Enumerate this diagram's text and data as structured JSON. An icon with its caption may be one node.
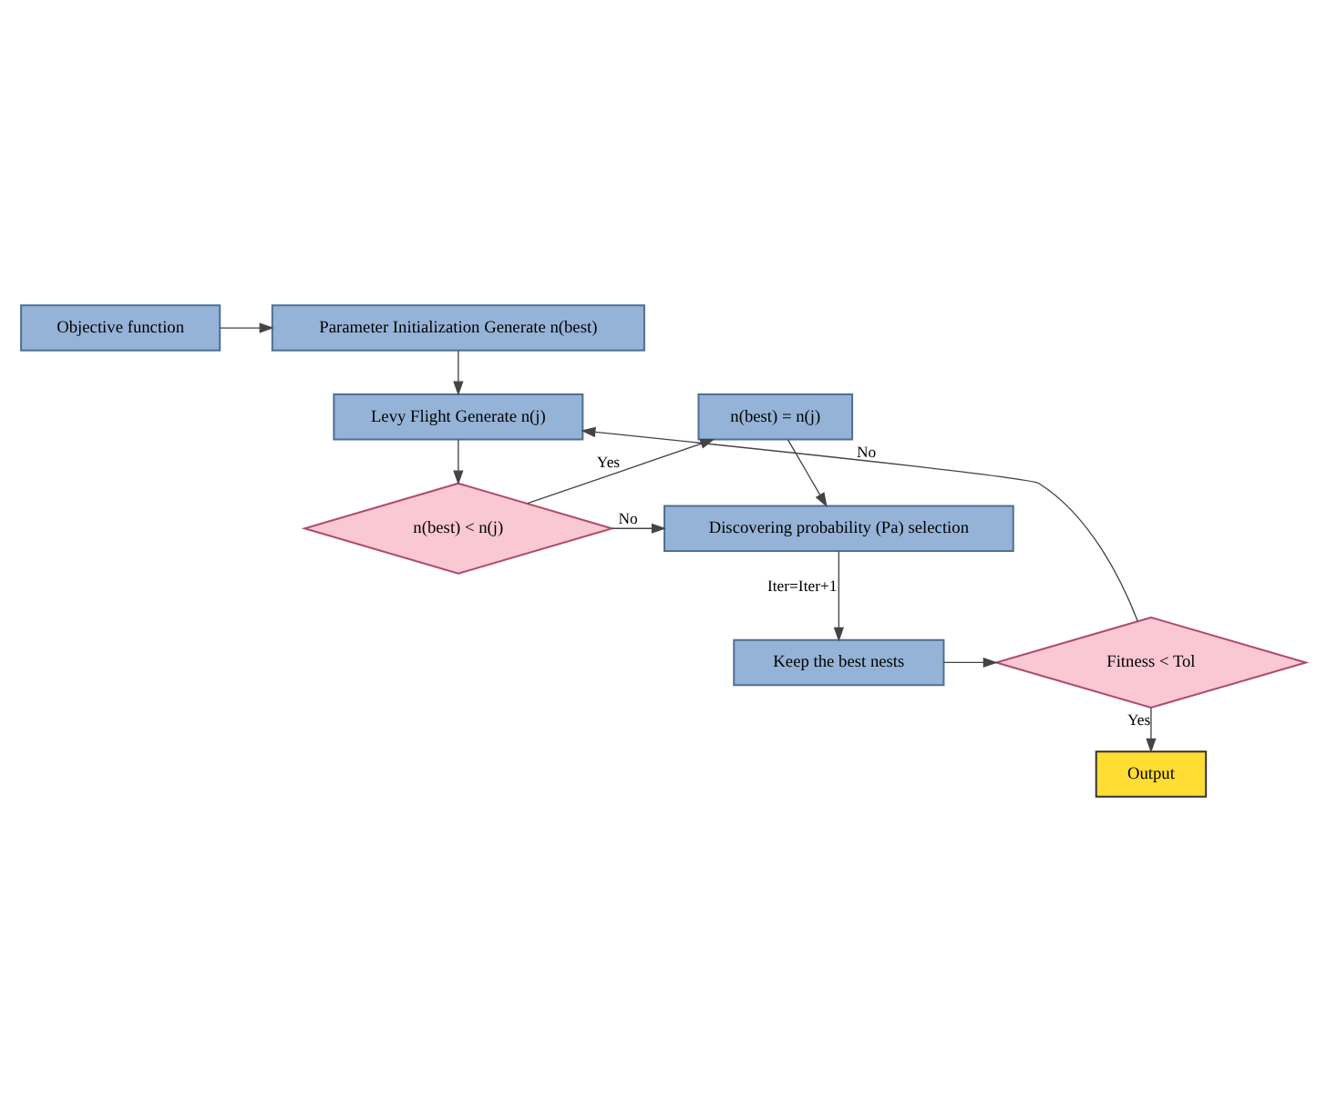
{
  "diagram": {
    "nodes": [
      {
        "text": [
          "Objective function"
        ]
      },
      {
        "text": [
          "Parameter Initialization Generate n(best)"
        ]
      },
      {
        "text": [
          "Levy Flight Generate n(j)"
        ]
      },
      {
        "text": [
          "n(best) = n(j)"
        ]
      },
      {
        "text": [
          "n(best) < n(j)"
        ]
      },
      {
        "text": [
          "Discovering probability (Pa) selection"
        ]
      },
      {
        "text": [
          "Keep the best nests"
        ]
      },
      {
        "text": [
          "Fitness < Tol"
        ]
      },
      {
        "text": [
          "Output"
        ]
      }
    ],
    "edges": [
      {
        "from": 0,
        "to": 1,
        "arrow": "to"
      },
      {
        "from": 1,
        "to": 2,
        "arrow": "to"
      },
      {
        "from": 2,
        "to": 4,
        "arrow": "to"
      },
      {
        "from": 4,
        "to": 3,
        "arrow": "to",
        "label": "Yes"
      },
      {
        "from": 4,
        "to": 5,
        "arrow": "to",
        "label": "No"
      },
      {
        "from": 3,
        "to": 5,
        "arrow": "to"
      },
      {
        "from": 5,
        "to": 6,
        "arrow": "to",
        "label": "Iter=Iter+1"
      },
      {
        "from": 6,
        "to": 7,
        "arrow": "to"
      },
      {
        "from": 7,
        "to": 8,
        "arrow": "to",
        "label": "Yes"
      },
      {
        "from": 7,
        "to": 2,
        "arrow": "to",
        "label": "No"
      }
    ]
  }
}
